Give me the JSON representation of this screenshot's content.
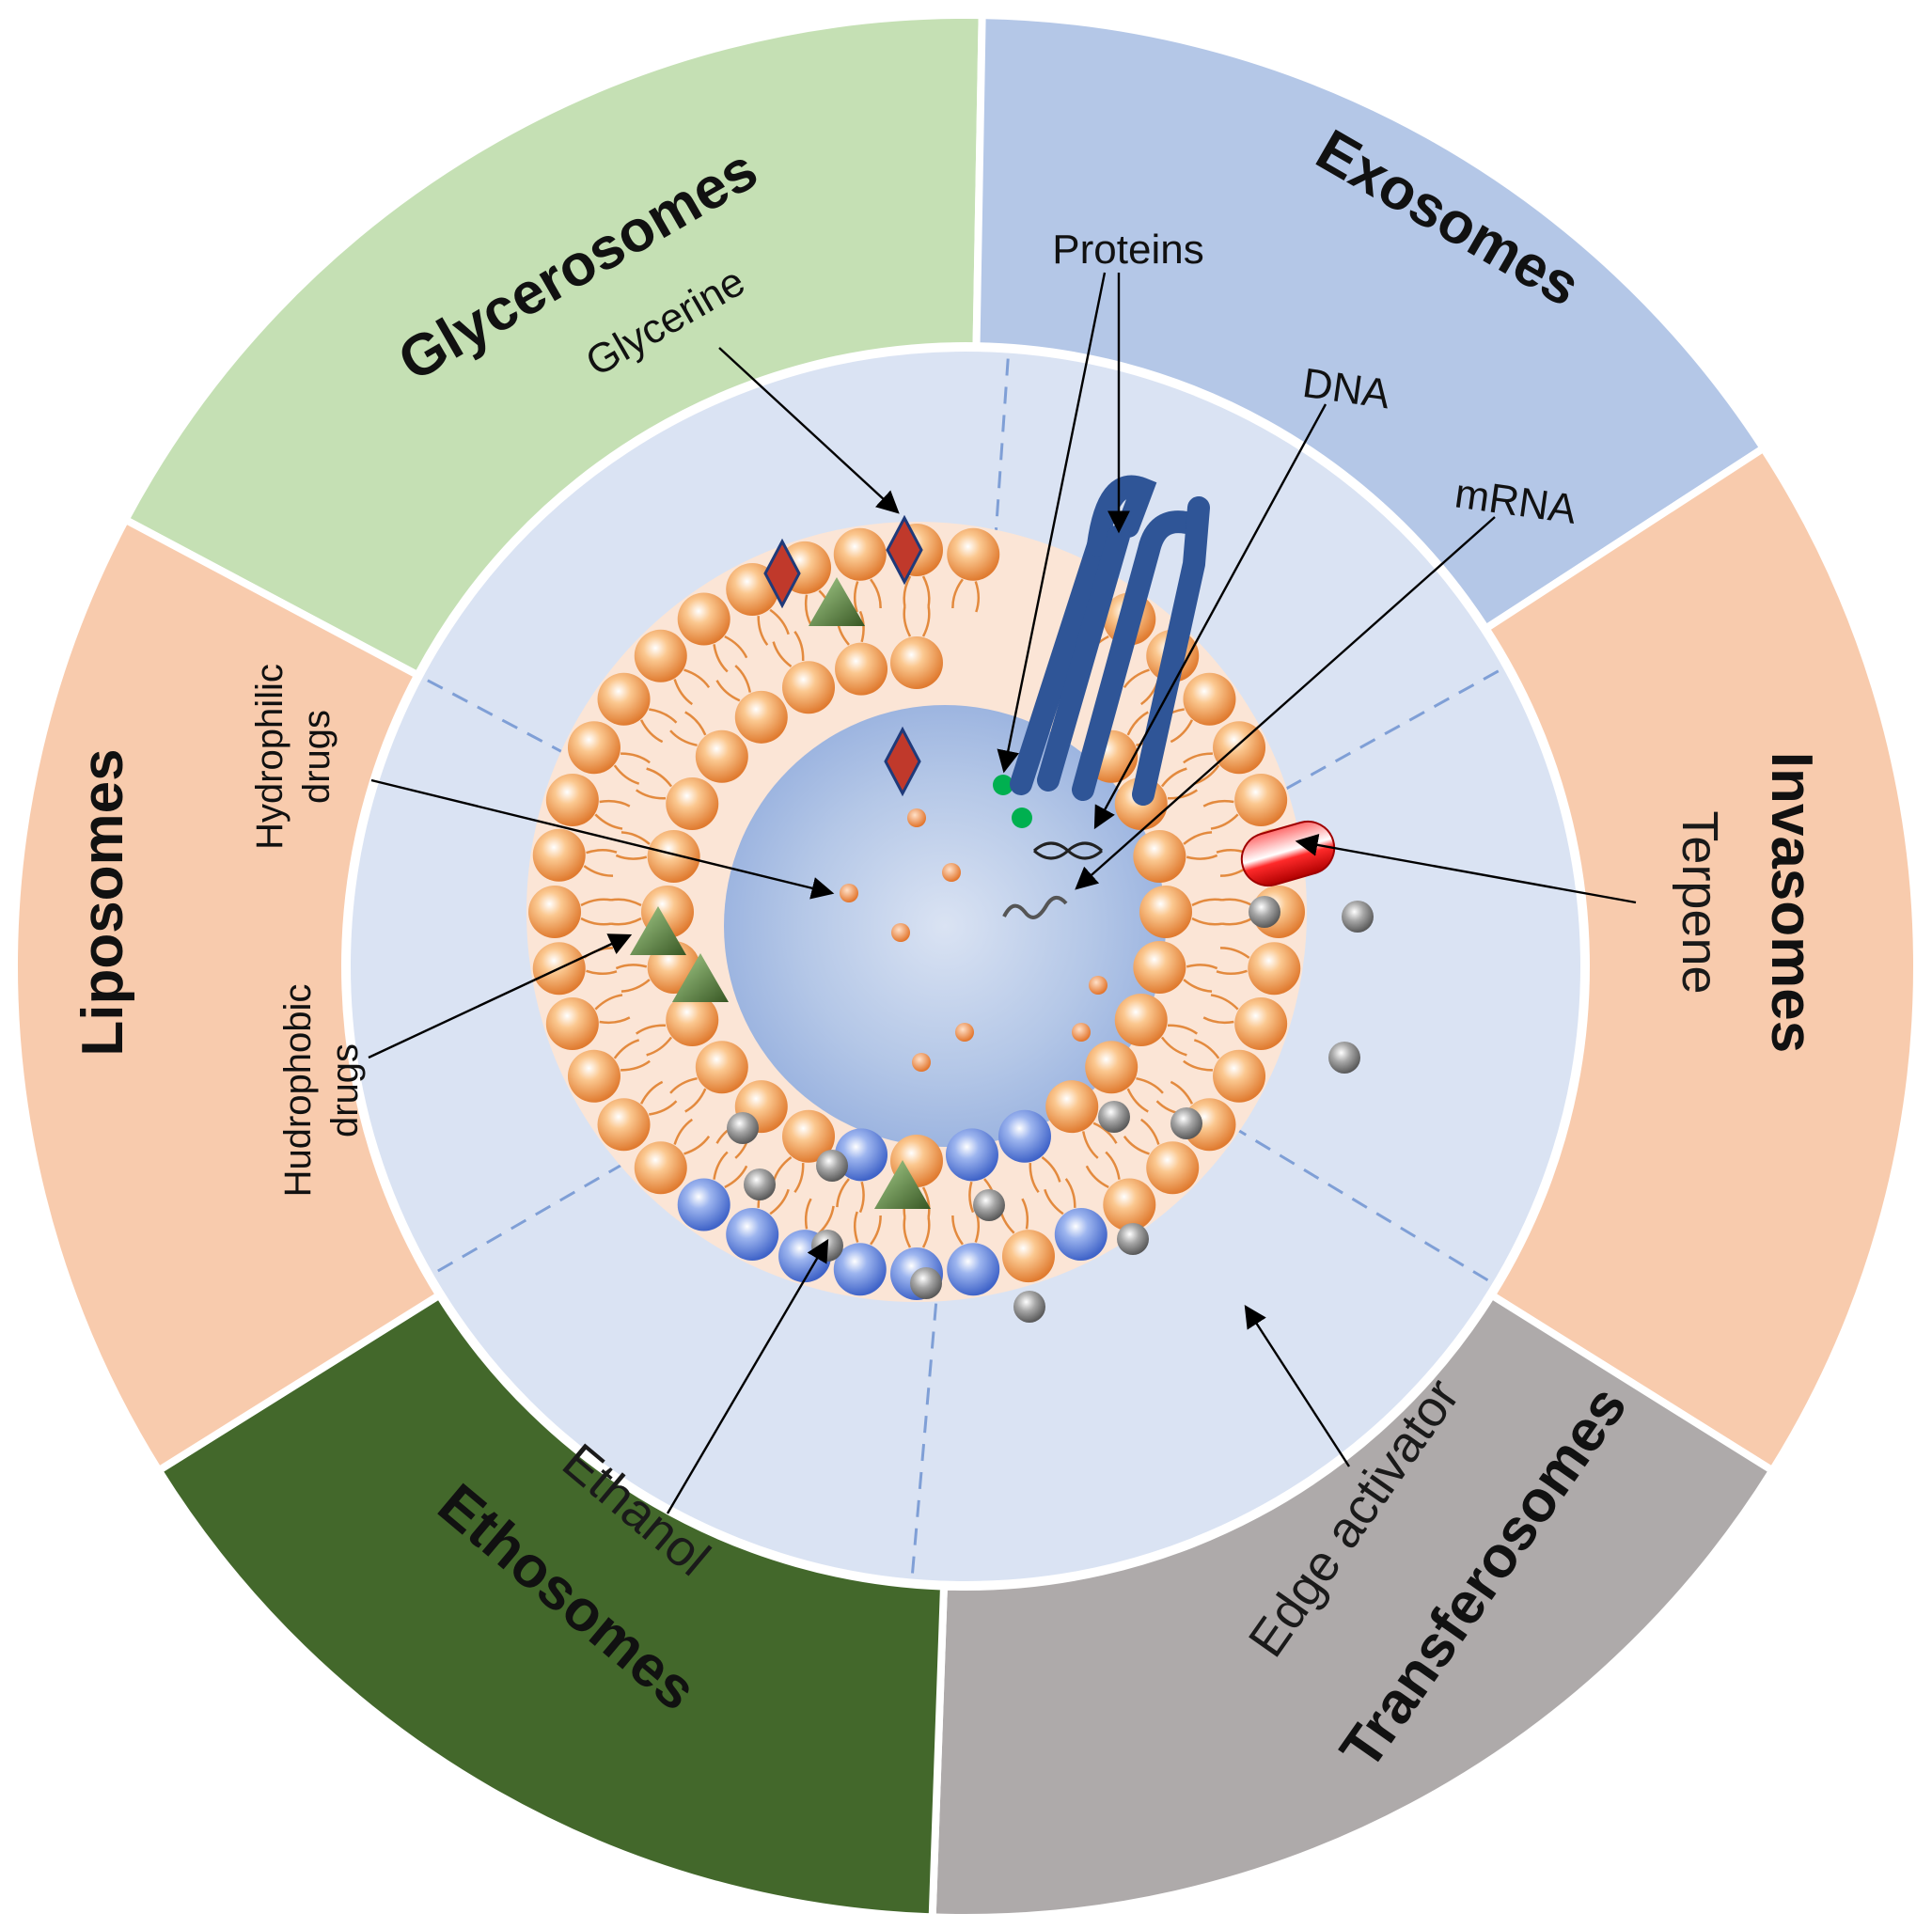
{
  "segments": [
    {
      "name": "Glycerosomes",
      "color": "#c5e0b4"
    },
    {
      "name": "Exosomes",
      "color": "#b4c7e7"
    },
    {
      "name": "Invasomes",
      "color": "#f8cbad"
    },
    {
      "name": "Transferosomes",
      "color": "#aeaaaa"
    },
    {
      "name": "Ethosomes",
      "color": "#43682b"
    },
    {
      "name": "Liposomes",
      "color": "#f8cbad"
    }
  ],
  "labels": {
    "glycerine": "Glycerine",
    "proteins": "Proteins",
    "dna": "DNA",
    "mrna": "mRNA",
    "terpene": "Terpene",
    "edge_activator": "Edge activator",
    "ethanol": "Ethanol",
    "hydrophilic_1": "Hydrophilic",
    "hydrophilic_2": "drugs",
    "hydrophobic_1": "Hudrophobic",
    "hydrophobic_2": "drugs"
  },
  "colors": {
    "inner_disc": "#dae3f3",
    "membrane": "#fbe5d6",
    "core": "#8faadc",
    "phospholipid_head": "#f4a460",
    "edge_activator_head": "#6f8fd8",
    "protein": "#2f5597",
    "glycerine": "#c0392b",
    "hydrophobic_drug": "#548235",
    "terpene": "#e00000",
    "ethanol": "#8c8c8c",
    "nucleic_acid_dot": "#00b050",
    "divider": "#7f9fd6"
  }
}
